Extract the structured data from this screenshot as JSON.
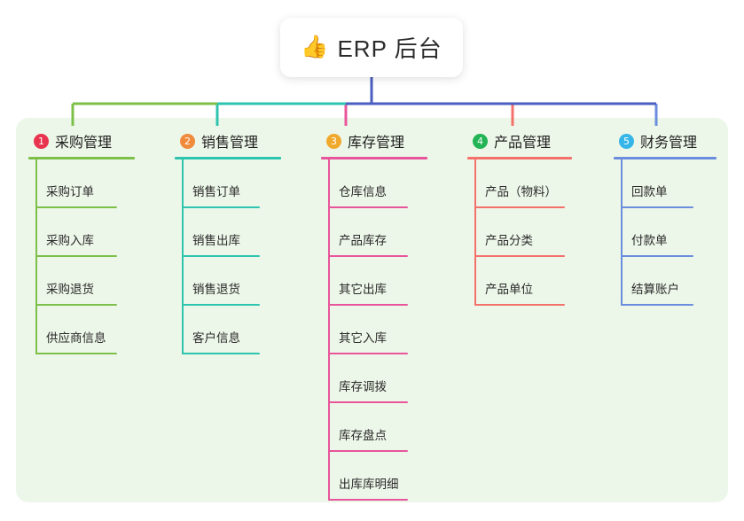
{
  "root": {
    "emoji": "👍",
    "emoji_name": "thumbs-up-icon",
    "title": "ERP 后台"
  },
  "theme": {
    "panel_background": "#edf7e9",
    "card_background": "#ffffff",
    "trunk_color": "#4a5fc1",
    "text_color": "#2a2a2a"
  },
  "columns": [
    {
      "number": "1",
      "title": "采购管理",
      "accent": "#7cc04a",
      "badge_color": "#e8344e",
      "rule_width": 120,
      "item_rule_width": 92,
      "items": [
        {
          "label": "采购订单"
        },
        {
          "label": "采购入库"
        },
        {
          "label": "采购退货"
        },
        {
          "label": "供应商信息"
        }
      ]
    },
    {
      "number": "2",
      "title": "销售管理",
      "accent": "#2ec4b0",
      "badge_color": "#f08a3c",
      "rule_width": 120,
      "item_rule_width": 88,
      "items": [
        {
          "label": "销售订单"
        },
        {
          "label": "销售出库"
        },
        {
          "label": "销售退货"
        },
        {
          "label": "客户信息"
        }
      ]
    },
    {
      "number": "3",
      "title": "库存管理",
      "accent": "#e8559a",
      "badge_color": "#f0a92c",
      "rule_width": 120,
      "item_rule_width": 90,
      "items": [
        {
          "label": "仓库信息"
        },
        {
          "label": "产品库存"
        },
        {
          "label": "其它出库"
        },
        {
          "label": "其它入库"
        },
        {
          "label": "库存调拨"
        },
        {
          "label": "库存盘点"
        },
        {
          "label": "出库库明细"
        }
      ]
    },
    {
      "number": "4",
      "title": "产品管理",
      "accent": "#f4706a",
      "badge_color": "#22b455",
      "rule_width": 118,
      "item_rule_width": 102,
      "items": [
        {
          "label": "产品（物料）"
        },
        {
          "label": "产品分类"
        },
        {
          "label": "产品单位"
        }
      ]
    },
    {
      "number": "5",
      "title": "财务管理",
      "accent": "#6b8ddd",
      "badge_color": "#35b5e8",
      "rule_width": 116,
      "item_rule_width": 82,
      "items": [
        {
          "label": "回款单"
        },
        {
          "label": "付款单"
        },
        {
          "label": "结算账户"
        }
      ]
    }
  ]
}
